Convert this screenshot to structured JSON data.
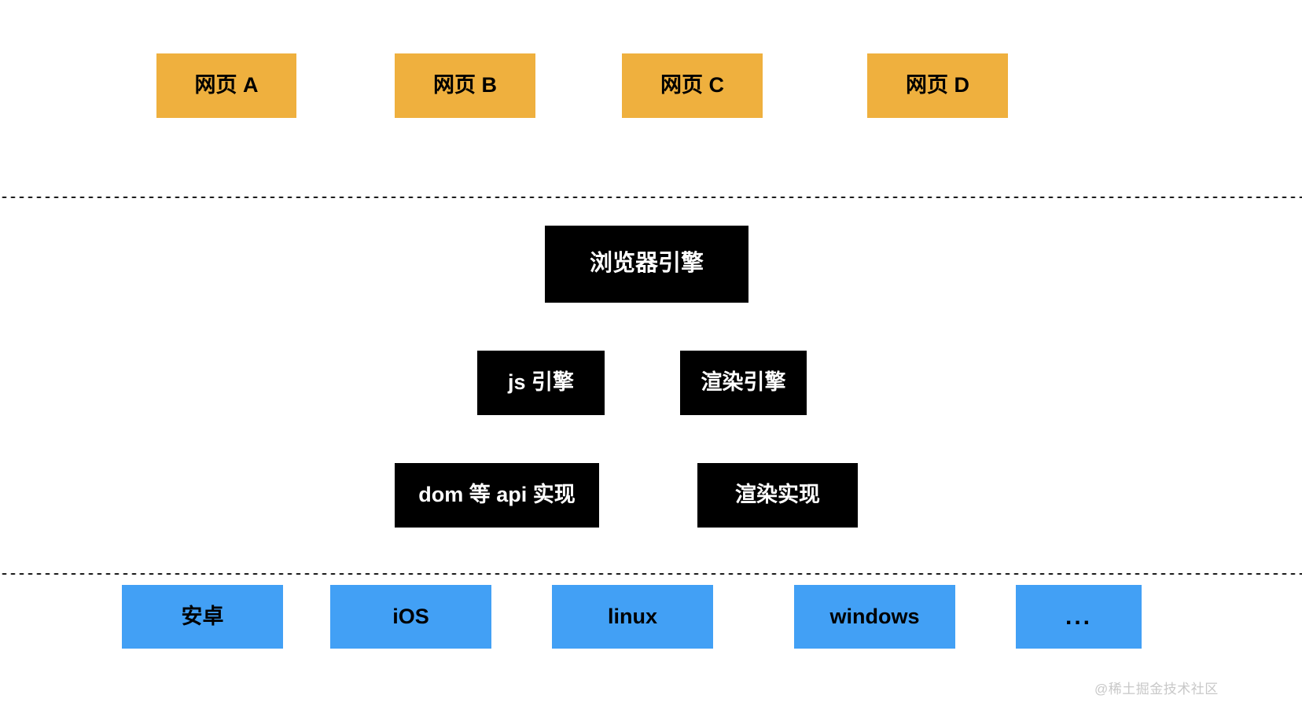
{
  "diagram": {
    "title": "browser-architecture-layers",
    "background_color": "#ffffff",
    "layers": [
      {
        "name": "web-pages",
        "color": "#efb03e",
        "text_color": "#000000",
        "items": [
          {
            "label": "网页 A"
          },
          {
            "label": "网页 B"
          },
          {
            "label": "网页 C"
          },
          {
            "label": "网页 D"
          }
        ]
      },
      {
        "name": "browser-engine",
        "color": "#000000",
        "text_color": "#ffffff",
        "rows": [
          {
            "items": [
              {
                "label": "浏览器引擎"
              }
            ]
          },
          {
            "items": [
              {
                "label": "js 引擎"
              },
              {
                "label": "渲染引擎"
              }
            ]
          },
          {
            "items": [
              {
                "label": "dom 等 api 实现"
              },
              {
                "label": "渲染实现"
              }
            ]
          }
        ]
      },
      {
        "name": "operating-systems",
        "color": "#42a0f5",
        "text_color": "#000000",
        "items": [
          {
            "label": "安卓"
          },
          {
            "label": "iOS"
          },
          {
            "label": "linux"
          },
          {
            "label": "windows"
          },
          {
            "label": "..."
          }
        ]
      }
    ],
    "dividers": [
      {
        "name": "divider-top",
        "style": "dotted"
      },
      {
        "name": "divider-bottom",
        "style": "dotted"
      }
    ]
  },
  "watermark": {
    "text": "@稀土掘金技术社区"
  }
}
